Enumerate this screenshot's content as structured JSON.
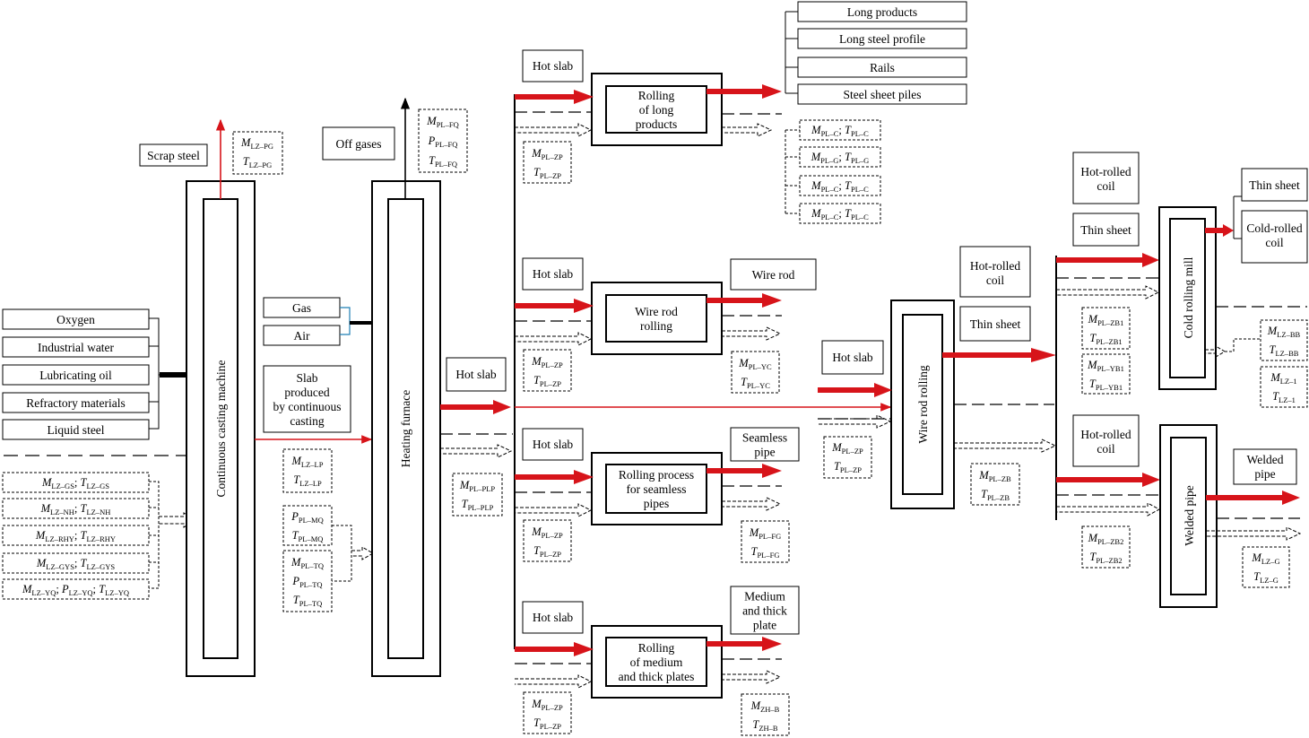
{
  "colors": {
    "flow_red": "#d7141a",
    "line": "#000000",
    "connector": "#1f7fb5"
  },
  "inputs": [
    "Oxygen",
    "Industrial water",
    "Lubricating oil",
    "Refractory materials",
    "Liquid steel"
  ],
  "casting": {
    "scrap_steel": "Scrap steel",
    "machine_label": "Continuous casting machine",
    "output_vars": [
      [
        [
          "M",
          "LZ–PG"
        ]
      ],
      [
        [
          "T",
          "LZ–PG"
        ]
      ]
    ],
    "input_vars": [
      [
        [
          "M",
          "LZ–GS"
        ],
        [
          "T",
          "LZ–GS"
        ]
      ],
      [
        [
          "M",
          "LZ–NH"
        ],
        [
          "T",
          "LZ–NH"
        ]
      ],
      [
        [
          "M",
          "LZ–RHY"
        ],
        [
          "T",
          "LZ–RHY"
        ]
      ],
      [
        [
          "M",
          "LZ–GYS"
        ],
        [
          "T",
          "LZ–GYS"
        ]
      ],
      [
        [
          "M",
          "LZ–YQ"
        ],
        [
          "P",
          "LZ–YQ"
        ],
        [
          "T",
          "LZ–YQ"
        ]
      ]
    ],
    "slab_label": [
      "Slab",
      "produced",
      "by continuous",
      "casting"
    ],
    "slab_vars": [
      [
        [
          "M",
          "LZ–LP"
        ]
      ],
      [
        [
          "T",
          "LZ–LP"
        ]
      ]
    ]
  },
  "furnace": {
    "gas": "Gas",
    "air": "Air",
    "off_gases": "Off gases",
    "label": "Heating furnace",
    "gas_vars": [
      [
        [
          "P",
          "PL–MQ"
        ]
      ],
      [
        [
          "T",
          "PL–MQ"
        ]
      ]
    ],
    "air_vars": [
      [
        [
          "M",
          "PL–TQ"
        ]
      ],
      [
        [
          "P",
          "PL–TQ"
        ]
      ],
      [
        [
          "T",
          "PL–TQ"
        ]
      ]
    ],
    "off_vars": [
      [
        [
          "M",
          "PL–FQ"
        ]
      ],
      [
        [
          "P",
          "PL–FQ"
        ]
      ],
      [
        [
          "T",
          "PL–FQ"
        ]
      ]
    ],
    "hot_slab": "Hot slab",
    "plp_vars": [
      [
        [
          "M",
          "PL–PLP"
        ]
      ],
      [
        [
          "T",
          "PL–PLP"
        ]
      ]
    ]
  },
  "zp_vars": [
    [
      [
        "M",
        "PL–ZP"
      ]
    ],
    [
      [
        "T",
        "PL–ZP"
      ]
    ]
  ],
  "hot_slab_label": "Hot slab",
  "long_products": {
    "mill": [
      "Rolling",
      "of long",
      "products"
    ],
    "outputs": [
      "Long products",
      "Long steel profile",
      "Rails",
      "Steel sheet piles"
    ],
    "out_vars": [
      [
        [
          "M",
          "PL–C"
        ],
        [
          "T",
          "PL–C"
        ]
      ],
      [
        [
          "M",
          "PL–G"
        ],
        [
          "T",
          "PL–G"
        ]
      ],
      [
        [
          "M",
          "PL–C"
        ],
        [
          "T",
          "PL–C"
        ]
      ],
      [
        [
          "M",
          "PL–C"
        ],
        [
          "T",
          "PL–C"
        ]
      ]
    ]
  },
  "wire_rod_mill": {
    "mill": [
      "Wire rod",
      "rolling"
    ],
    "output": "Wire rod",
    "out_vars": [
      [
        [
          "M",
          "PL–YC"
        ]
      ],
      [
        [
          "T",
          "PL–YC"
        ]
      ]
    ]
  },
  "seamless": {
    "mill": [
      "Rolling process",
      "for seamless",
      "pipes"
    ],
    "output": [
      "Seamless",
      "pipe"
    ],
    "out_vars": [
      [
        [
          "M",
          "PL–FG"
        ]
      ],
      [
        [
          "T",
          "PL–FG"
        ]
      ]
    ]
  },
  "plates": {
    "mill": [
      "Rolling",
      "of medium",
      "and thick plates"
    ],
    "output": [
      "Medium",
      "and thick",
      "plate"
    ],
    "out_vars": [
      [
        [
          "M",
          "ZH–B"
        ]
      ],
      [
        [
          "T",
          "ZH–B"
        ]
      ]
    ]
  },
  "wire_rod_main": {
    "label": "Wire rod rolling",
    "hot_slab": "Hot slab",
    "in_vars": [
      [
        [
          "M",
          "PL–ZP"
        ]
      ],
      [
        [
          "T",
          "PL–ZP"
        ]
      ]
    ],
    "hot_rolled_coil": [
      "Hot-rolled",
      "coil"
    ],
    "thin_sheet": "Thin sheet",
    "zb_vars": [
      [
        [
          "M",
          "PL–ZB"
        ]
      ],
      [
        [
          "T",
          "PL–ZB"
        ]
      ]
    ]
  },
  "cold_branch": {
    "hot_rolled_coil": [
      "Hot-rolled",
      "coil"
    ],
    "thin_sheet": "Thin sheet",
    "zb1_vars": [
      [
        [
          "M",
          "PL–ZB1"
        ]
      ],
      [
        [
          "T",
          "PL–ZB1"
        ]
      ]
    ],
    "yb1_vars": [
      [
        [
          "M",
          "PL–YB1"
        ]
      ],
      [
        [
          "T",
          "PL–YB1"
        ]
      ]
    ],
    "mill": "Cold rolling mill",
    "out_thin": "Thin sheet",
    "out_cold": [
      "Cold-rolled",
      "coil"
    ],
    "bb_vars": [
      [
        [
          "M",
          "LZ–BB"
        ]
      ],
      [
        [
          "T",
          "LZ–BB"
        ]
      ]
    ],
    "l1_vars": [
      [
        [
          "M",
          "LZ–1"
        ]
      ],
      [
        [
          "T",
          "LZ–1"
        ]
      ]
    ]
  },
  "weld_branch": {
    "hot_rolled_coil": [
      "Hot-rolled",
      "coil"
    ],
    "zb2_vars": [
      [
        [
          "M",
          "PL–ZB2"
        ]
      ],
      [
        [
          "T",
          "PL–ZB2"
        ]
      ]
    ],
    "mill": "Welded pipe",
    "output": [
      "Welded",
      "pipe"
    ],
    "g_vars": [
      [
        [
          "M",
          "LZ–G"
        ]
      ],
      [
        [
          "T",
          "LZ–G"
        ]
      ]
    ]
  }
}
